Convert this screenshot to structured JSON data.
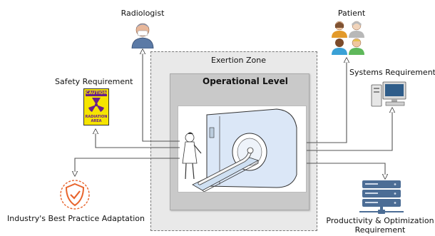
{
  "exertion_zone": {
    "title": "Exertion Zone"
  },
  "operational_level": {
    "title": "Operational Level"
  },
  "nodes": {
    "radiologist": {
      "label": "Radiologist",
      "icon": "radiologist-icon"
    },
    "patient": {
      "label": "Patient",
      "icon": "patient-group-icon"
    },
    "safety": {
      "label": "Safety Requirement",
      "icon": "caution-sign-icon",
      "sign_line1": "CAUTION",
      "sign_line2": "RADIATION",
      "sign_line3": "AREA"
    },
    "systems": {
      "label": "Systems Requirement",
      "icon": "computer-icon"
    },
    "industry": {
      "label": "Industry's Best Practice Adaptation",
      "icon": "shield-check-icon"
    },
    "productivity": {
      "label_line1": "Productivity & Optimization",
      "label_line2": "Requirement",
      "icon": "server-icon"
    }
  },
  "colors": {
    "zone_bg": "#e9e9e9",
    "operational_bg": "#c9c9c9",
    "caution_yellow": "#f5e400",
    "caution_purple": "#6a1f8a",
    "server_blue": "#4c6d95",
    "shield_orange": "#e8642c",
    "scanner_blue": "#dbe7f7"
  }
}
